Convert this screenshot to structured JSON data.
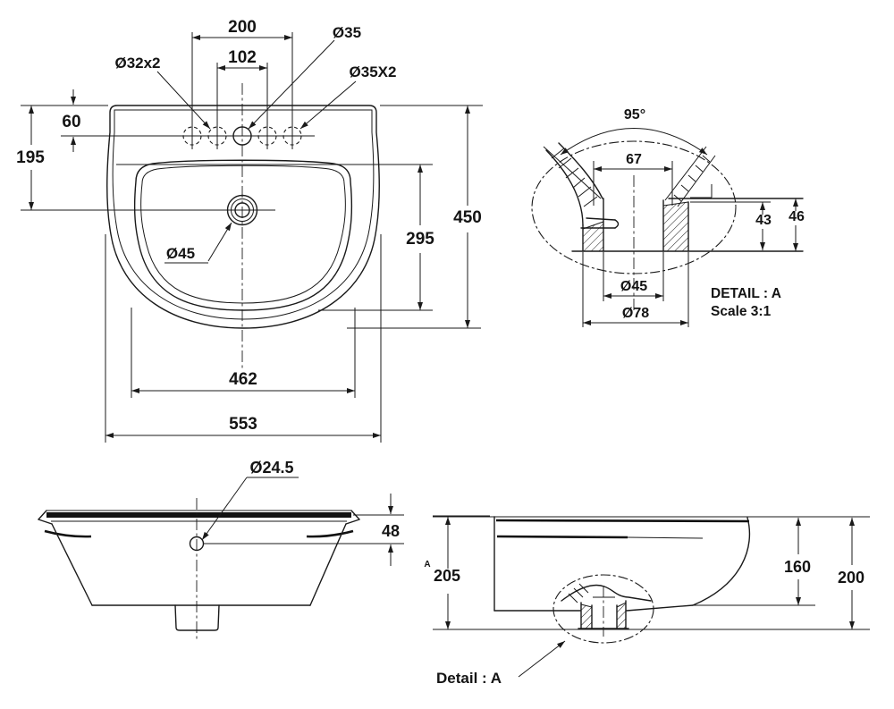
{
  "drawing": {
    "top_view": {
      "dim_hole_span": "200",
      "dim_hole_inner_span": "102",
      "label_center_hole": "Ø35",
      "label_inner_holes": "Ø32x2",
      "label_outer_holes": "Ø35X2",
      "dim_rim_to_holes": "60",
      "dim_rim_to_drain": "195",
      "dim_overall_depth": "450",
      "dim_basin_depth": "295",
      "label_drain": "Ø45",
      "dim_basin_width": "462",
      "dim_overall_width": "553"
    },
    "detail_a": {
      "dim_angle": "95°",
      "dim_opening": "67",
      "dim_depth_inner": "43",
      "dim_depth_outer": "46",
      "label_drain_dia": "Ø45",
      "label_flange_dia": "Ø78",
      "title": "DETAIL : A",
      "scale": "Scale 3:1"
    },
    "front_view": {
      "label_overflow": "Ø24.5",
      "dim_rim_drop": "48"
    },
    "side_view": {
      "dim_back_height": "205",
      "marker_a": "A",
      "dim_front_height": "160",
      "dim_overall_height": "200",
      "label_detail_ref": "Detail : A"
    }
  }
}
